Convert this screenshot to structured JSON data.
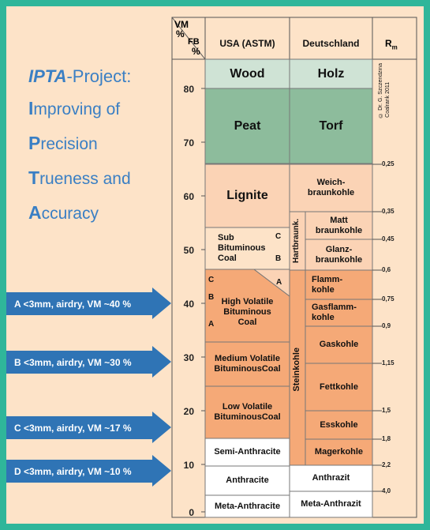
{
  "title": {
    "heading_bold": "IPTA",
    "heading_rest": "-Project:",
    "lines": [
      {
        "first": "I",
        "rest": "mproving of"
      },
      {
        "first": "P",
        "rest": "recision"
      },
      {
        "first": "T",
        "rest": "rueness and"
      },
      {
        "first": "A",
        "rest": "ccuracy"
      }
    ]
  },
  "header": {
    "vm_label": "VM",
    "percent_top": "%",
    "fb_label": "FB",
    "percent_bottom": "%",
    "usa": "USA (ASTM)",
    "de": "Deutschland",
    "rm": "R",
    "rm_sub": "m"
  },
  "y_axis_ticks": [
    "80",
    "70",
    "60",
    "50",
    "40",
    "30",
    "20",
    "10",
    "0"
  ],
  "rm_values": [
    "0,25",
    "0,35",
    "0,45",
    "0,6",
    "0,75",
    "0,9",
    "1,15",
    "1,5",
    "1,8",
    "2,2",
    "4,0"
  ],
  "usa_classes": {
    "wood": "Wood",
    "peat": "Peat",
    "lignite": "Lignite",
    "subbit_1": "Sub",
    "subbit_2": "Bituminous",
    "subbit_3": "Coal",
    "hvb_1": "High Volatile",
    "hvb_2": "Bituminous",
    "hvb_3": "Coal",
    "mvb_1": "Medium Volatile",
    "mvb_2": "BituminousCoal",
    "lvb_1": "Low Volatile",
    "lvb_2": "BituminousCoal",
    "semi": "Semi-Anthracite",
    "anth": "Anthracite",
    "meta": "Meta-Anthracite"
  },
  "de_classes": {
    "holz": "Holz",
    "torf": "Torf",
    "weich_1": "Weich-",
    "weich_2": "braunkohle",
    "matt_1": "Matt",
    "matt_2": "braunkohle",
    "glanz_1": "Glanz-",
    "glanz_2": "braunkohle",
    "flamm_1": "Flamm-",
    "flamm_2": "kohle",
    "gasflamm_1": "Gasflamm-",
    "gasflamm_2": "kohle",
    "gas": "Gaskohle",
    "fett": "Fettkohle",
    "ess": "Esskohle",
    "mager": "Magerkohle",
    "anthrazit": "Anthrazit",
    "meta": "Meta-Anthrazit",
    "hartbraun": "Hartbraunk.",
    "steinkohle": "Steinkohle"
  },
  "markers": {
    "a": "A",
    "b": "B",
    "c": "C"
  },
  "copyright_1": "© Dr. G. Szczendzina",
  "copyright_2": "Coalrank 2011",
  "arrows": [
    "A <3mm, airdry, VM ~40 %",
    "B <3mm, airdry, VM ~30 %",
    "C <3mm, airdry, VM ~17 %",
    "D <3mm, airdry, VM ~10 %"
  ],
  "colors": {
    "frame": "#2fb69a",
    "background": "#fde3c8",
    "title_blue": "#3a7fc4",
    "arrow_blue": "#2f74b5",
    "wood": "#cfe3d5",
    "peat": "#8dbc9c",
    "light_salmon": "#fbd3b5",
    "orange": "#f5a977",
    "white": "#ffffff"
  }
}
